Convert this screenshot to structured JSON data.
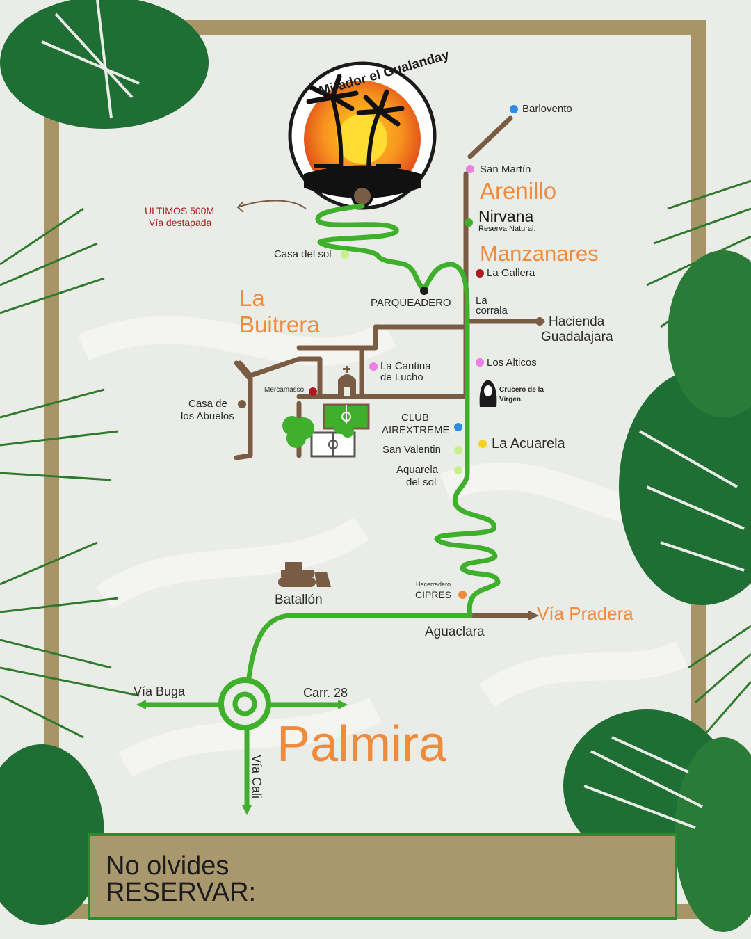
{
  "logo": {
    "title": "Mirador el Gualanday"
  },
  "note": {
    "line1": "ULTIMOS 500M",
    "line2": "Vía destapada"
  },
  "zones": {
    "arenillo": "Arenillo",
    "manzanares": "Manzanares",
    "la_buitrera_1": "La",
    "la_buitrera_2": "Buitrera",
    "palmira": "Palmira"
  },
  "places": {
    "barlovento": "Barlovento",
    "san_martin": "San Martín",
    "nirvana": "Nirvana",
    "nirvana_sub": "Reserva Natural.",
    "la_gallera": "La Gallera",
    "la_corrala_1": "La",
    "la_corrala_2": "corrala",
    "hacienda_1": "Hacienda",
    "hacienda_2": "Guadalajara",
    "los_alticos": "Los Alticos",
    "crucero_1": "Crucero de la",
    "crucero_2": "Virgen.",
    "la_acuarela": "La Acuarela",
    "casa_del_sol": "Casa del sol",
    "parqueadero": "PARQUEADERO",
    "la_cantina_1": "La Cantina",
    "la_cantina_2": "de Lucho",
    "mercamasso": "Mercamasso",
    "casa_abuelos_1": "Casa de",
    "casa_abuelos_2": "los Abuelos",
    "club_1": "CLUB",
    "club_2": "AIREXTREME",
    "san_valentin": "San Valentin",
    "aquarela_1": "Aquarela",
    "aquarela_2": "del sol",
    "batallon": "Batallón",
    "cipres_1": "Hacerradero",
    "cipres_2": "CIPRES",
    "aguaclara": "Aguaclara",
    "via_pradera": "Vía Pradera",
    "via_buga": "Vía Buga",
    "carr_28": "Carr. 28",
    "via_cali": "Vía Cali"
  },
  "reminder": {
    "line1": "No olvides",
    "line2": "RESERVAR:"
  },
  "colors": {
    "green_road": "#3fb02c",
    "brown_road": "#7a5c44",
    "orange": "#f08a3c",
    "frame": "#a89567",
    "pink_dot": "#ec7fe2",
    "blue_dot": "#2a8de6",
    "red_dot": "#b0191e",
    "light_green_dot": "#c6f08a",
    "yellow_dot": "#f5d020"
  }
}
